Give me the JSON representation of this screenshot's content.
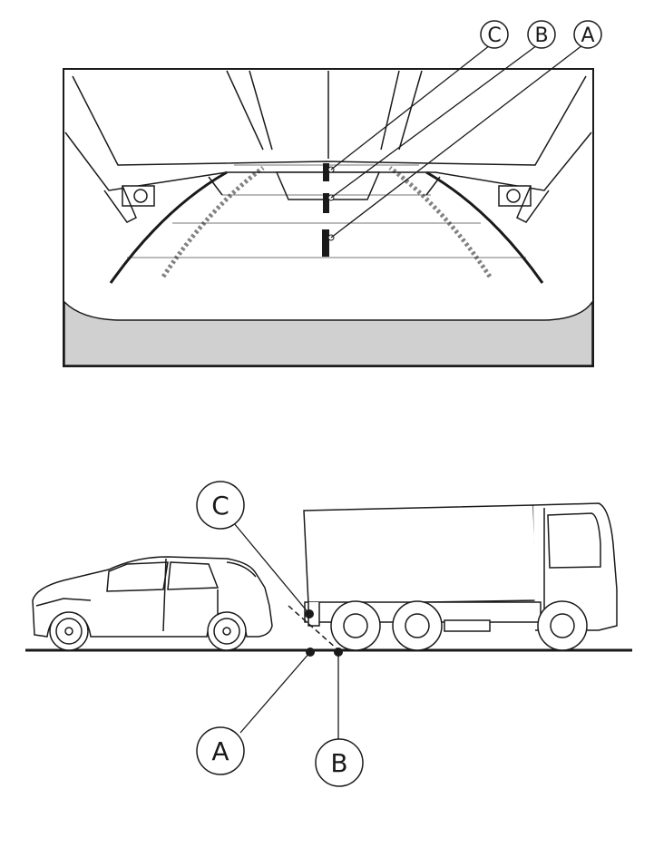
{
  "top_view": {
    "callouts": [
      "C",
      "B",
      "A"
    ]
  },
  "side_view": {
    "callout_c": "C",
    "callout_a": "A",
    "callout_b": "B"
  },
  "colors": {
    "line": "#1a1a1a",
    "ground": "#d0d0d0",
    "background": "#ffffff"
  }
}
